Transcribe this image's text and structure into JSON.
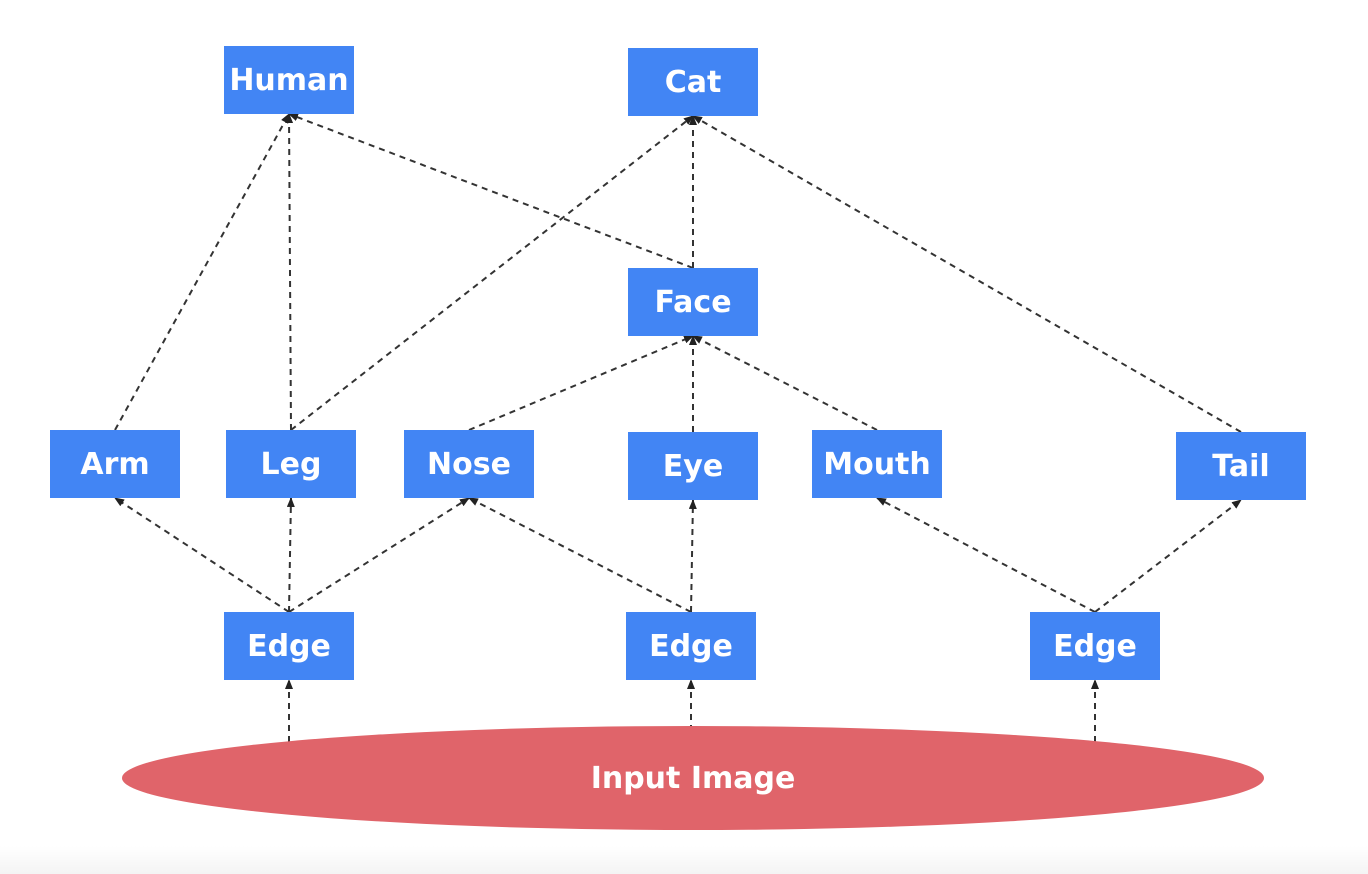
{
  "colors": {
    "node_fill": "#4285f4",
    "node_text": "#ffffff",
    "input_fill": "#e0646a",
    "edge_stroke": "#333333"
  },
  "nodes": {
    "human": "Human",
    "cat": "Cat",
    "face": "Face",
    "arm": "Arm",
    "leg": "Leg",
    "nose": "Nose",
    "eye": "Eye",
    "mouth": "Mouth",
    "tail": "Tail",
    "edge_left": "Edge",
    "edge_middle": "Edge",
    "edge_right": "Edge"
  },
  "input": {
    "label": "Input Image"
  },
  "links": [
    [
      "input",
      "edge_left"
    ],
    [
      "input",
      "edge_middle"
    ],
    [
      "input",
      "edge_right"
    ],
    [
      "edge_left",
      "arm"
    ],
    [
      "edge_left",
      "leg"
    ],
    [
      "edge_left",
      "nose"
    ],
    [
      "edge_middle",
      "nose"
    ],
    [
      "edge_middle",
      "eye"
    ],
    [
      "edge_right",
      "mouth"
    ],
    [
      "edge_right",
      "tail"
    ],
    [
      "arm",
      "human"
    ],
    [
      "leg",
      "human"
    ],
    [
      "leg",
      "cat"
    ],
    [
      "face",
      "human"
    ],
    [
      "face",
      "cat"
    ],
    [
      "tail",
      "cat"
    ],
    [
      "nose",
      "face"
    ],
    [
      "eye",
      "face"
    ],
    [
      "mouth",
      "face"
    ]
  ]
}
